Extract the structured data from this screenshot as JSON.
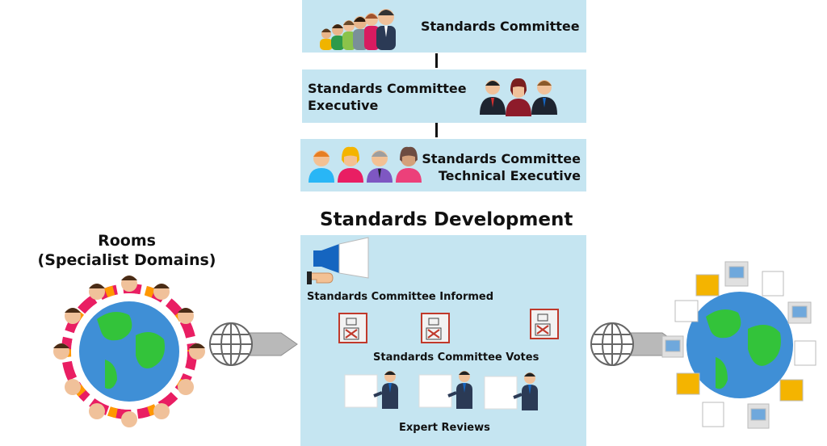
{
  "colors": {
    "box_fill": "#c5e5f1",
    "ocean": "#3f8fd6",
    "land": "#33c33a",
    "arrow_gray": "#b9b9b9",
    "text": "#111111"
  },
  "hierarchy": {
    "committee": {
      "label": "Standards Committee",
      "icon": "group-of-people-icon"
    },
    "executive": {
      "line1": "Standards Committee",
      "line2": "Executive",
      "icon": "three-executives-icon"
    },
    "technical": {
      "line1": "Standards Committee",
      "line2": "Technical Executive",
      "icon": "four-avatars-icon"
    }
  },
  "development": {
    "title": "Standards Development",
    "informed": {
      "label": "Standards Committee Informed",
      "icon": "megaphone-hand-icon"
    },
    "votes": {
      "label": "Standards Committee Votes",
      "icon": "ballot-paper-icon",
      "count": 3
    },
    "reviews": {
      "label": "Expert Reviews",
      "icon": "presenter-at-board-icon",
      "count": 3
    }
  },
  "rooms": {
    "line1": "Rooms",
    "line2": "(Specialist Domains)",
    "icon": "globe-with-people-icon"
  },
  "flow": {
    "arrow_icon": "web-globe-arrow-icon",
    "output_icon": "globe-with-documents-icon"
  }
}
